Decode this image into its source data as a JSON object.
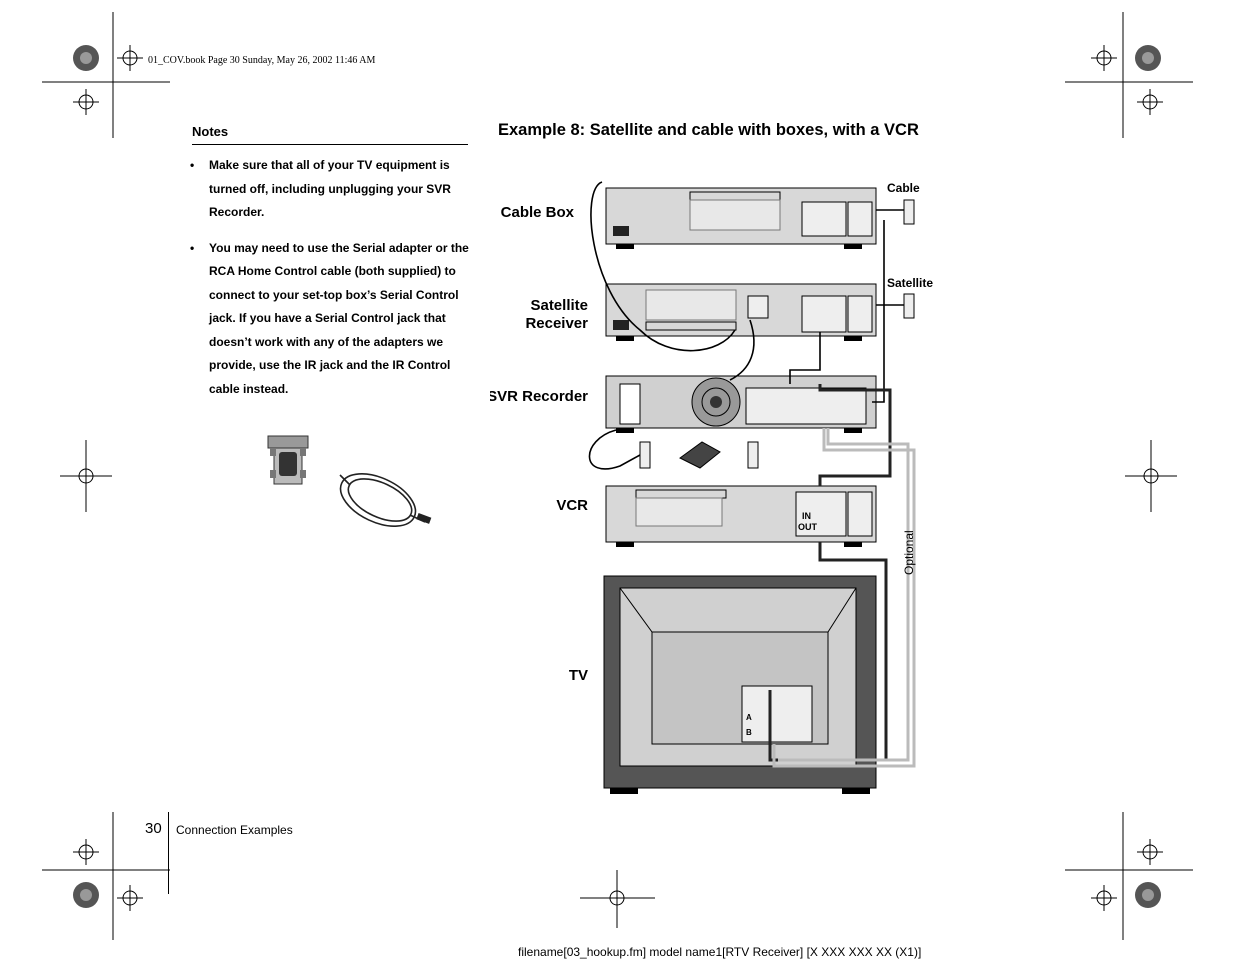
{
  "header": {
    "print_info": "01_COV.book  Page 30  Sunday, May 26, 2002  11:46 AM"
  },
  "notes": {
    "title": "Notes",
    "items": [
      "Make sure that all of your TV equipment is turned off, including unplugging your SVR Recorder.",
      "You may need to use the Serial adapter or the RCA Home Control cable (both supplied) to connect to your set-top box’s Serial Control jack. If you have a Serial Control jack that doesn’t work with any of the adapters we provide, use the IR jack and the IR Control cable instead."
    ]
  },
  "example": {
    "title": "Example 8: Satellite and cable with boxes, with a VCR"
  },
  "diagram": {
    "devices": {
      "cable_box": "Cable Box",
      "satellite_receiver_line1": "Satellite",
      "satellite_receiver_line2": "Receiver",
      "svr_recorder": "SVR Recorder",
      "vcr": "VCR",
      "tv": "TV"
    },
    "sources": {
      "cable": "Cable",
      "satellite": "Satellite"
    },
    "optional_label": "Optional",
    "vcr_in": "IN",
    "vcr_out": "OUT",
    "tv_input_a": "A",
    "tv_input_b": "B"
  },
  "footer": {
    "page_number": "30",
    "section": "Connection Examples",
    "file_info": "filename[03_hookup.fm] model name1[RTV Receiver] [X XXX XXX XX (X1)]"
  }
}
